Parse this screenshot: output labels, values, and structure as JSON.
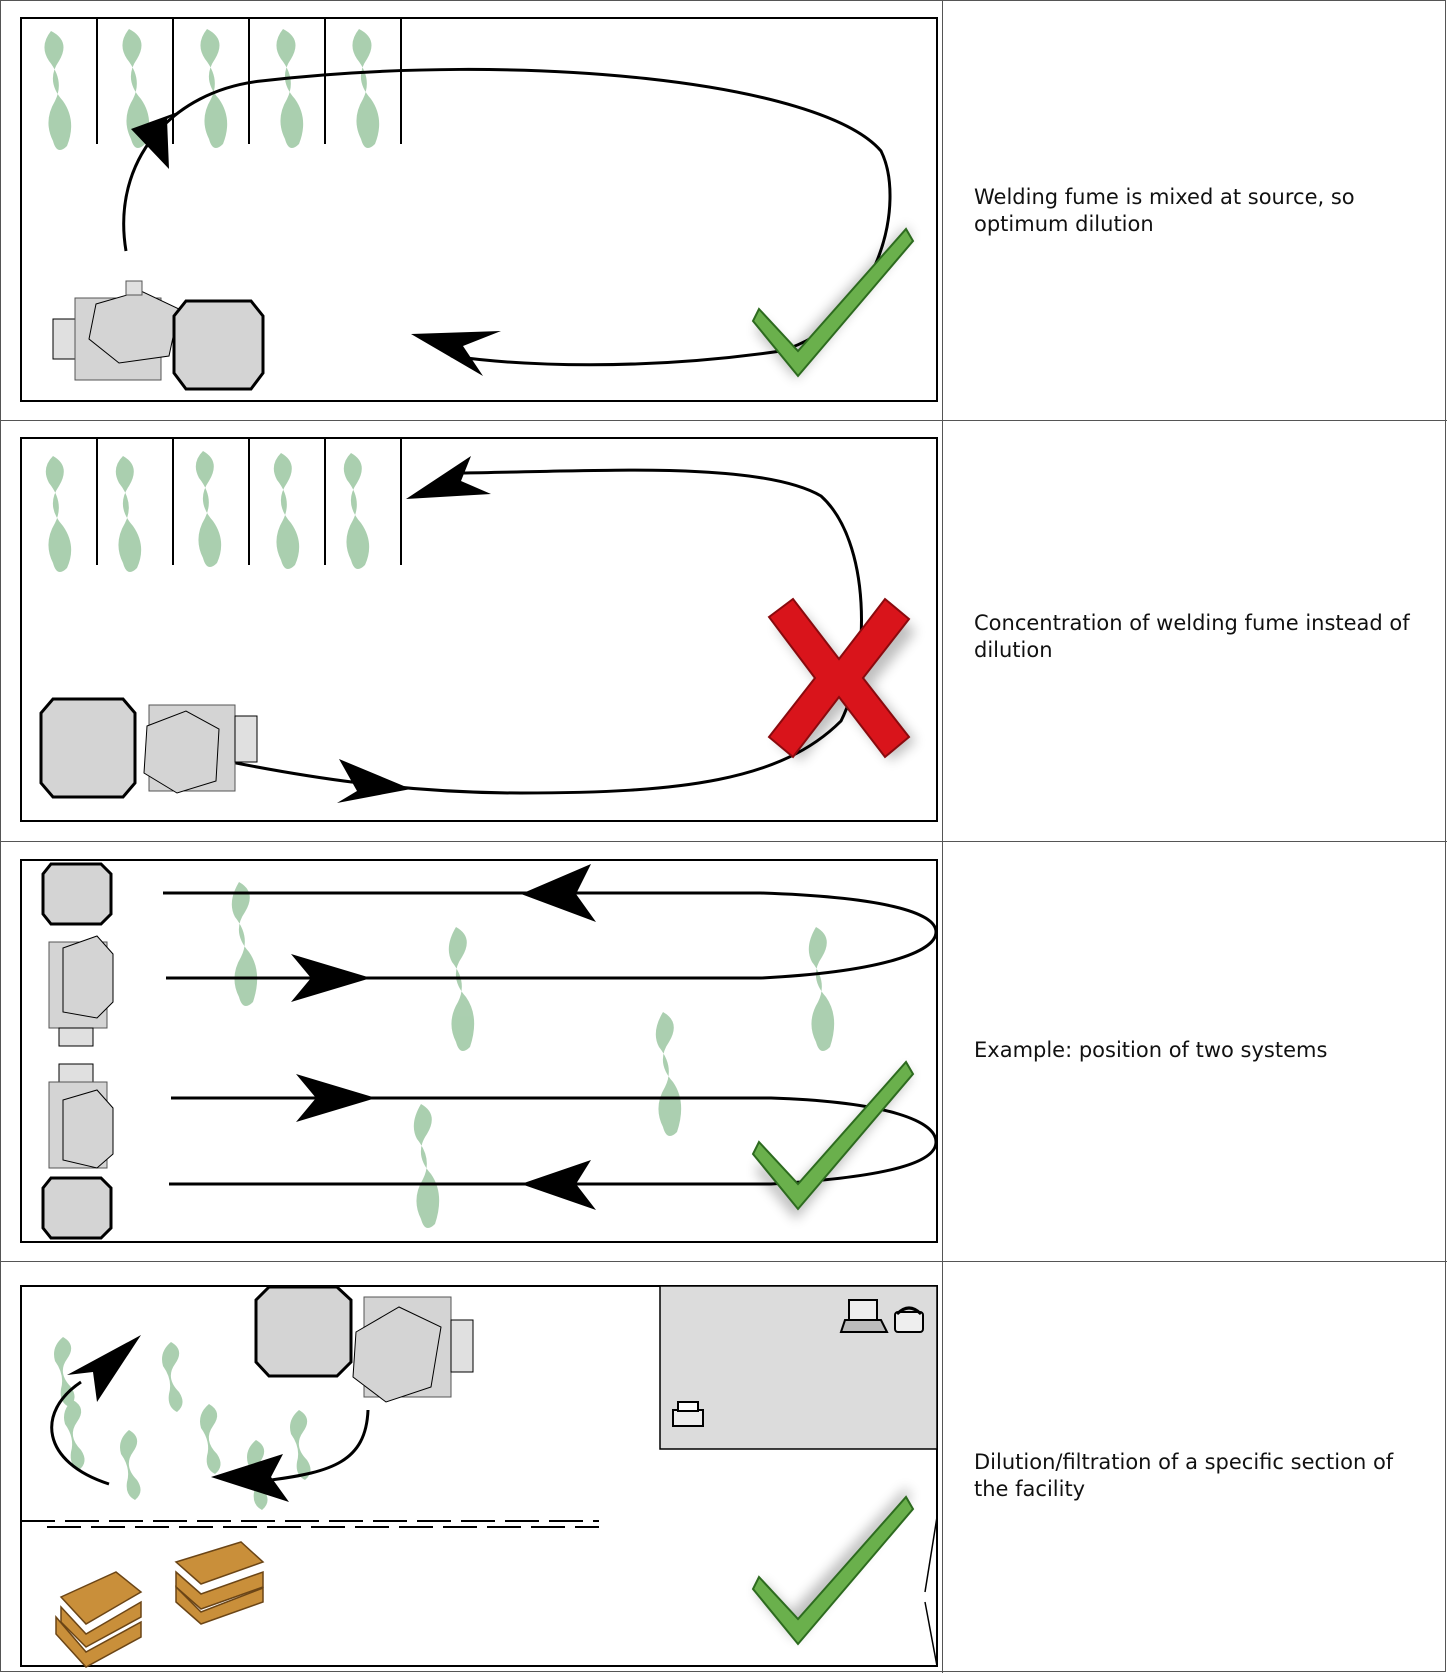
{
  "rows": [
    {
      "caption": "Welding fume is mixed at source, so optimum dilution",
      "verdict": "check"
    },
    {
      "caption": "Concentration of welding fume instead of dilution",
      "verdict": "cross"
    },
    {
      "caption": "Example: position of two systems",
      "verdict": "check"
    },
    {
      "caption": "Dilution/filtration of a specific section of the facility",
      "verdict": "check"
    }
  ],
  "colors": {
    "check": "#6ab04c",
    "cross": "#d9141b",
    "fume": "#9cc7a2",
    "unit": "#d4d4d4",
    "office": "#dcdcdc",
    "pallet": "#c98f3a"
  },
  "icons": [
    "welding-unit-icon",
    "fume-icon",
    "airflow-arrow-icon",
    "check-mark-icon",
    "cross-mark-icon",
    "laptop-icon",
    "phone-icon",
    "printer-icon",
    "pallet-icon"
  ]
}
